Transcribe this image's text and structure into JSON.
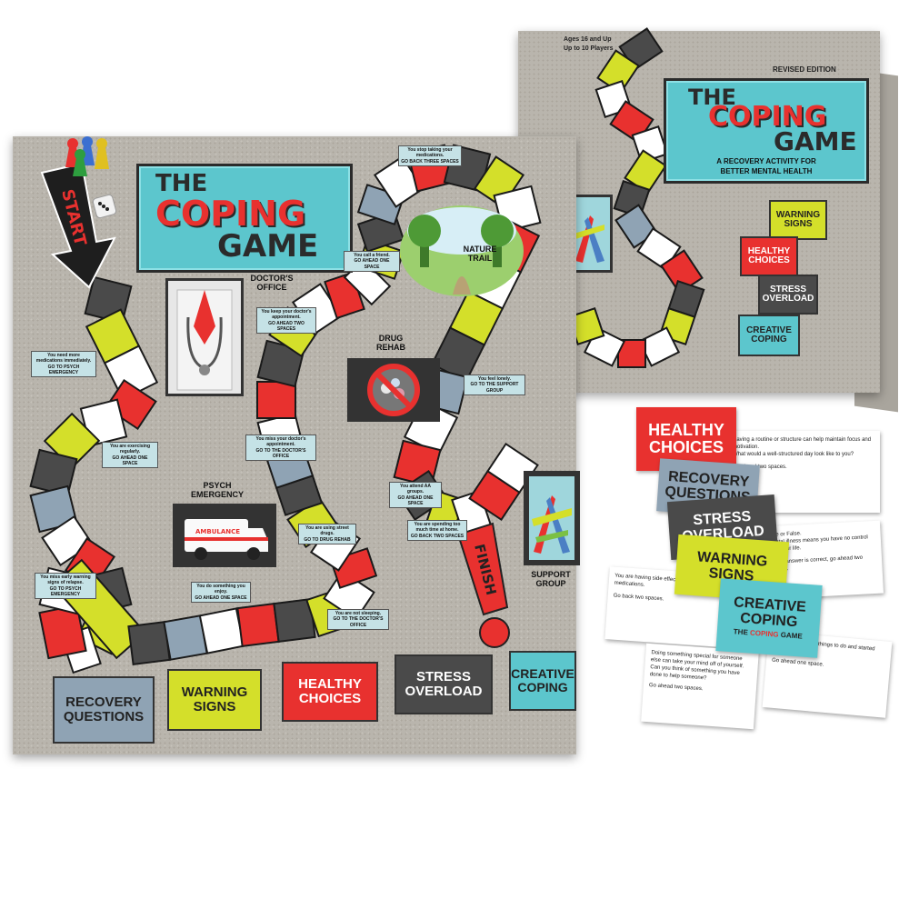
{
  "board": {
    "title": {
      "the": "THE",
      "coping": "COPING",
      "game": "GAME"
    },
    "start": "START",
    "finish": "FINISH",
    "locations": {
      "doctors_office": "DOCTOR'S OFFICE",
      "drug_rehab": "DRUG REHAB",
      "nature_trail": "NATURE TRAIL",
      "psych_emergency": "PSYCH EMERGENCY",
      "support_group": "SUPPORT GROUP"
    },
    "ambulance_text": "AMBULANCE",
    "instructions": [
      {
        "line1": "You stop taking your medications.",
        "line2": "GO BACK THREE SPACES"
      },
      {
        "line1": "You call a friend.",
        "line2": "GO AHEAD ONE SPACE"
      },
      {
        "line1": "You keep your doctor's appointment.",
        "line2": "GO AHEAD TWO SPACES"
      },
      {
        "line1": "You need more medications immediately.",
        "line2": "GO TO PSYCH EMERGENCY"
      },
      {
        "line1": "You feel lonely.",
        "line2": "GO TO THE SUPPORT GROUP"
      },
      {
        "line1": "You are exercising regularly.",
        "line2": "GO AHEAD ONE SPACE"
      },
      {
        "line1": "You miss your doctor's appointment.",
        "line2": "GO TO THE DOCTOR'S OFFICE"
      },
      {
        "line1": "You attend AA groups.",
        "line2": "GO AHEAD ONE SPACE"
      },
      {
        "line1": "You are using street drugs.",
        "line2": "GO TO DRUG REHAB"
      },
      {
        "line1": "You are spending too much time at home.",
        "line2": "GO BACK TWO SPACES"
      },
      {
        "line1": "You miss early warning signs of relapse.",
        "line2": "GO TO PSYCH EMERGENCY"
      },
      {
        "line1": "You do something you enjoy.",
        "line2": "GO AHEAD ONE SPACE"
      },
      {
        "line1": "You are not sleeping.",
        "line2": "GO TO THE DOCTOR'S OFFICE"
      }
    ],
    "categories": [
      {
        "top": "RECOVERY",
        "bottom": "QUESTIONS",
        "bg": "#8fa3b4",
        "fg": "#222222"
      },
      {
        "top": "WARNING",
        "bottom": "SIGNS",
        "bg": "#d4df2a",
        "fg": "#222222"
      },
      {
        "top": "HEALTHY",
        "bottom": "CHOICES",
        "bg": "#e8312f",
        "fg": "#ffffff"
      },
      {
        "top": "STRESS",
        "bottom": "OVERLOAD",
        "bg": "#4a4a4a",
        "fg": "#ffffff"
      },
      {
        "top": "CREATIVE",
        "bottom": "COPING",
        "bg": "#5cc6cd",
        "fg": "#222222"
      }
    ]
  },
  "box": {
    "ages": "Ages 16 and Up",
    "players": "Up to 10 Players",
    "edition": "REVISED EDITION",
    "title": {
      "the": "THE",
      "coping": "COPING",
      "game": "GAME"
    },
    "subtitle_line1": "A RECOVERY ACTIVITY FOR",
    "subtitle_line2": "BETTER MENTAL HEALTH",
    "categories": [
      {
        "top": "WARNING",
        "bottom": "SIGNS",
        "bg": "#d4df2a",
        "fg": "#222222"
      },
      {
        "top": "HEALTHY",
        "bottom": "CHOICES",
        "bg": "#e8312f",
        "fg": "#ffffff"
      },
      {
        "top": "STRESS",
        "bottom": "OVERLOAD",
        "bg": "#4a4a4a",
        "fg": "#ffffff"
      },
      {
        "top": "CREATIVE",
        "bottom": "COPING",
        "bg": "#5cc6cd",
        "fg": "#222222"
      }
    ]
  },
  "cards": {
    "stack": [
      {
        "top": "HEALTHY",
        "bottom": "CHOICES",
        "bg": "#e8312f",
        "fg": "#ffffff"
      },
      {
        "top": "RECOVERY",
        "bottom": "QUESTIONS",
        "bg": "#8fa3b4",
        "fg": "#222222"
      },
      {
        "top": "STRESS",
        "bottom": "OVERLOAD",
        "bg": "#4a4a4a",
        "fg": "#ffffff"
      },
      {
        "top": "WARNING",
        "bottom": "SIGNS",
        "bg": "#d4df2a",
        "fg": "#222222"
      },
      {
        "top": "CREATIVE",
        "bottom": "COPING",
        "bg": "#5cc6cd",
        "fg": "#222222"
      }
    ],
    "mini_logo": {
      "the": "THE",
      "coping": "COPING",
      "game": "GAME"
    },
    "text_cards": [
      {
        "a": "Having a routine or structure can help maintain focus and motivation.",
        "b": "What would a well-structured day look like to you?",
        "c": "Go ahead two spaces."
      },
      {
        "a": "True or False.",
        "b": "Mental illness means you have no control over your life.",
        "c": "If your answer is correct, go ahead two spaces."
      },
      {
        "a": "You are having side effects from your medications.",
        "b": "Go back two spaces.",
        "c": ""
      },
      {
        "a": "Doing something special for someone else can take your mind off of yourself.",
        "b": "Can you think of something you have done to help someone?",
        "c": "Go ahead two spaces."
      },
      {
        "a": "You made a list of things to do and started checking them off.",
        "b": "Go ahead one space.",
        "c": ""
      }
    ]
  },
  "colors": {
    "yellow": "#d4df2a",
    "gray": "#4a4a4a",
    "red": "#e8312f",
    "white": "#ffffff",
    "blue": "#8fa3b4",
    "teal": "#5cc6cd"
  }
}
